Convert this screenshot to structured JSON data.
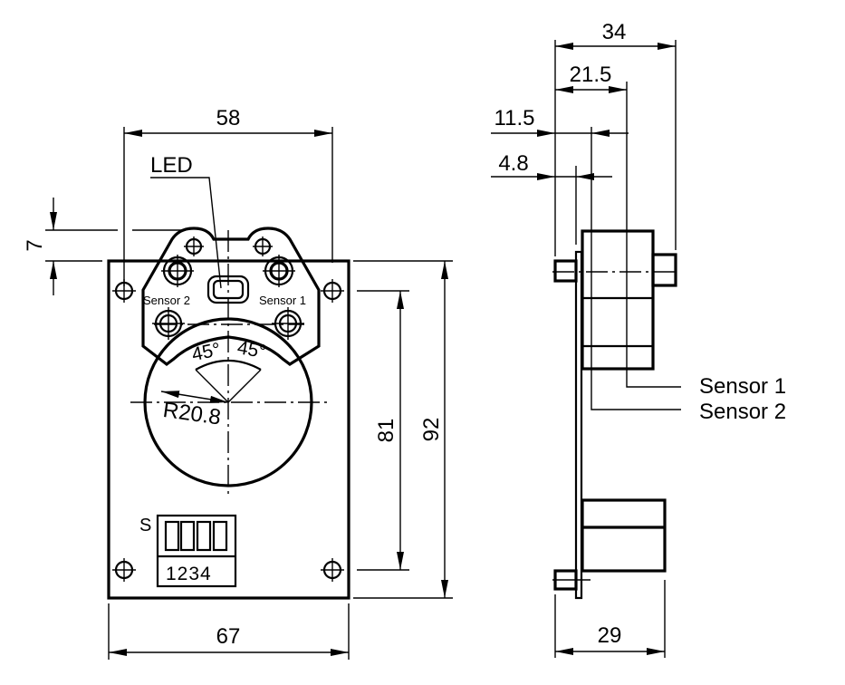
{
  "drawing": {
    "front_view": {
      "labels": {
        "led": "LED",
        "sensor_1": "Sensor 1",
        "sensor_2": "Sensor 2",
        "angle_left": "45°",
        "angle_right": "45°",
        "radius": "R20.8",
        "switch_prefix": "S",
        "switch_numbers": "1234"
      },
      "dimensions": {
        "width_top": "58",
        "width_bottom": "67",
        "height_inner": "81",
        "height_outer": "92",
        "offset_top": "7"
      }
    },
    "side_view": {
      "labels": {
        "sensor_1": "Sensor 1",
        "sensor_2": "Sensor 2"
      },
      "dimensions": {
        "depth_total": "34",
        "depth_sensor1": "21.5",
        "depth_sensor2": "11.5",
        "depth_plate": "4.8",
        "depth_bottom": "29"
      }
    }
  }
}
